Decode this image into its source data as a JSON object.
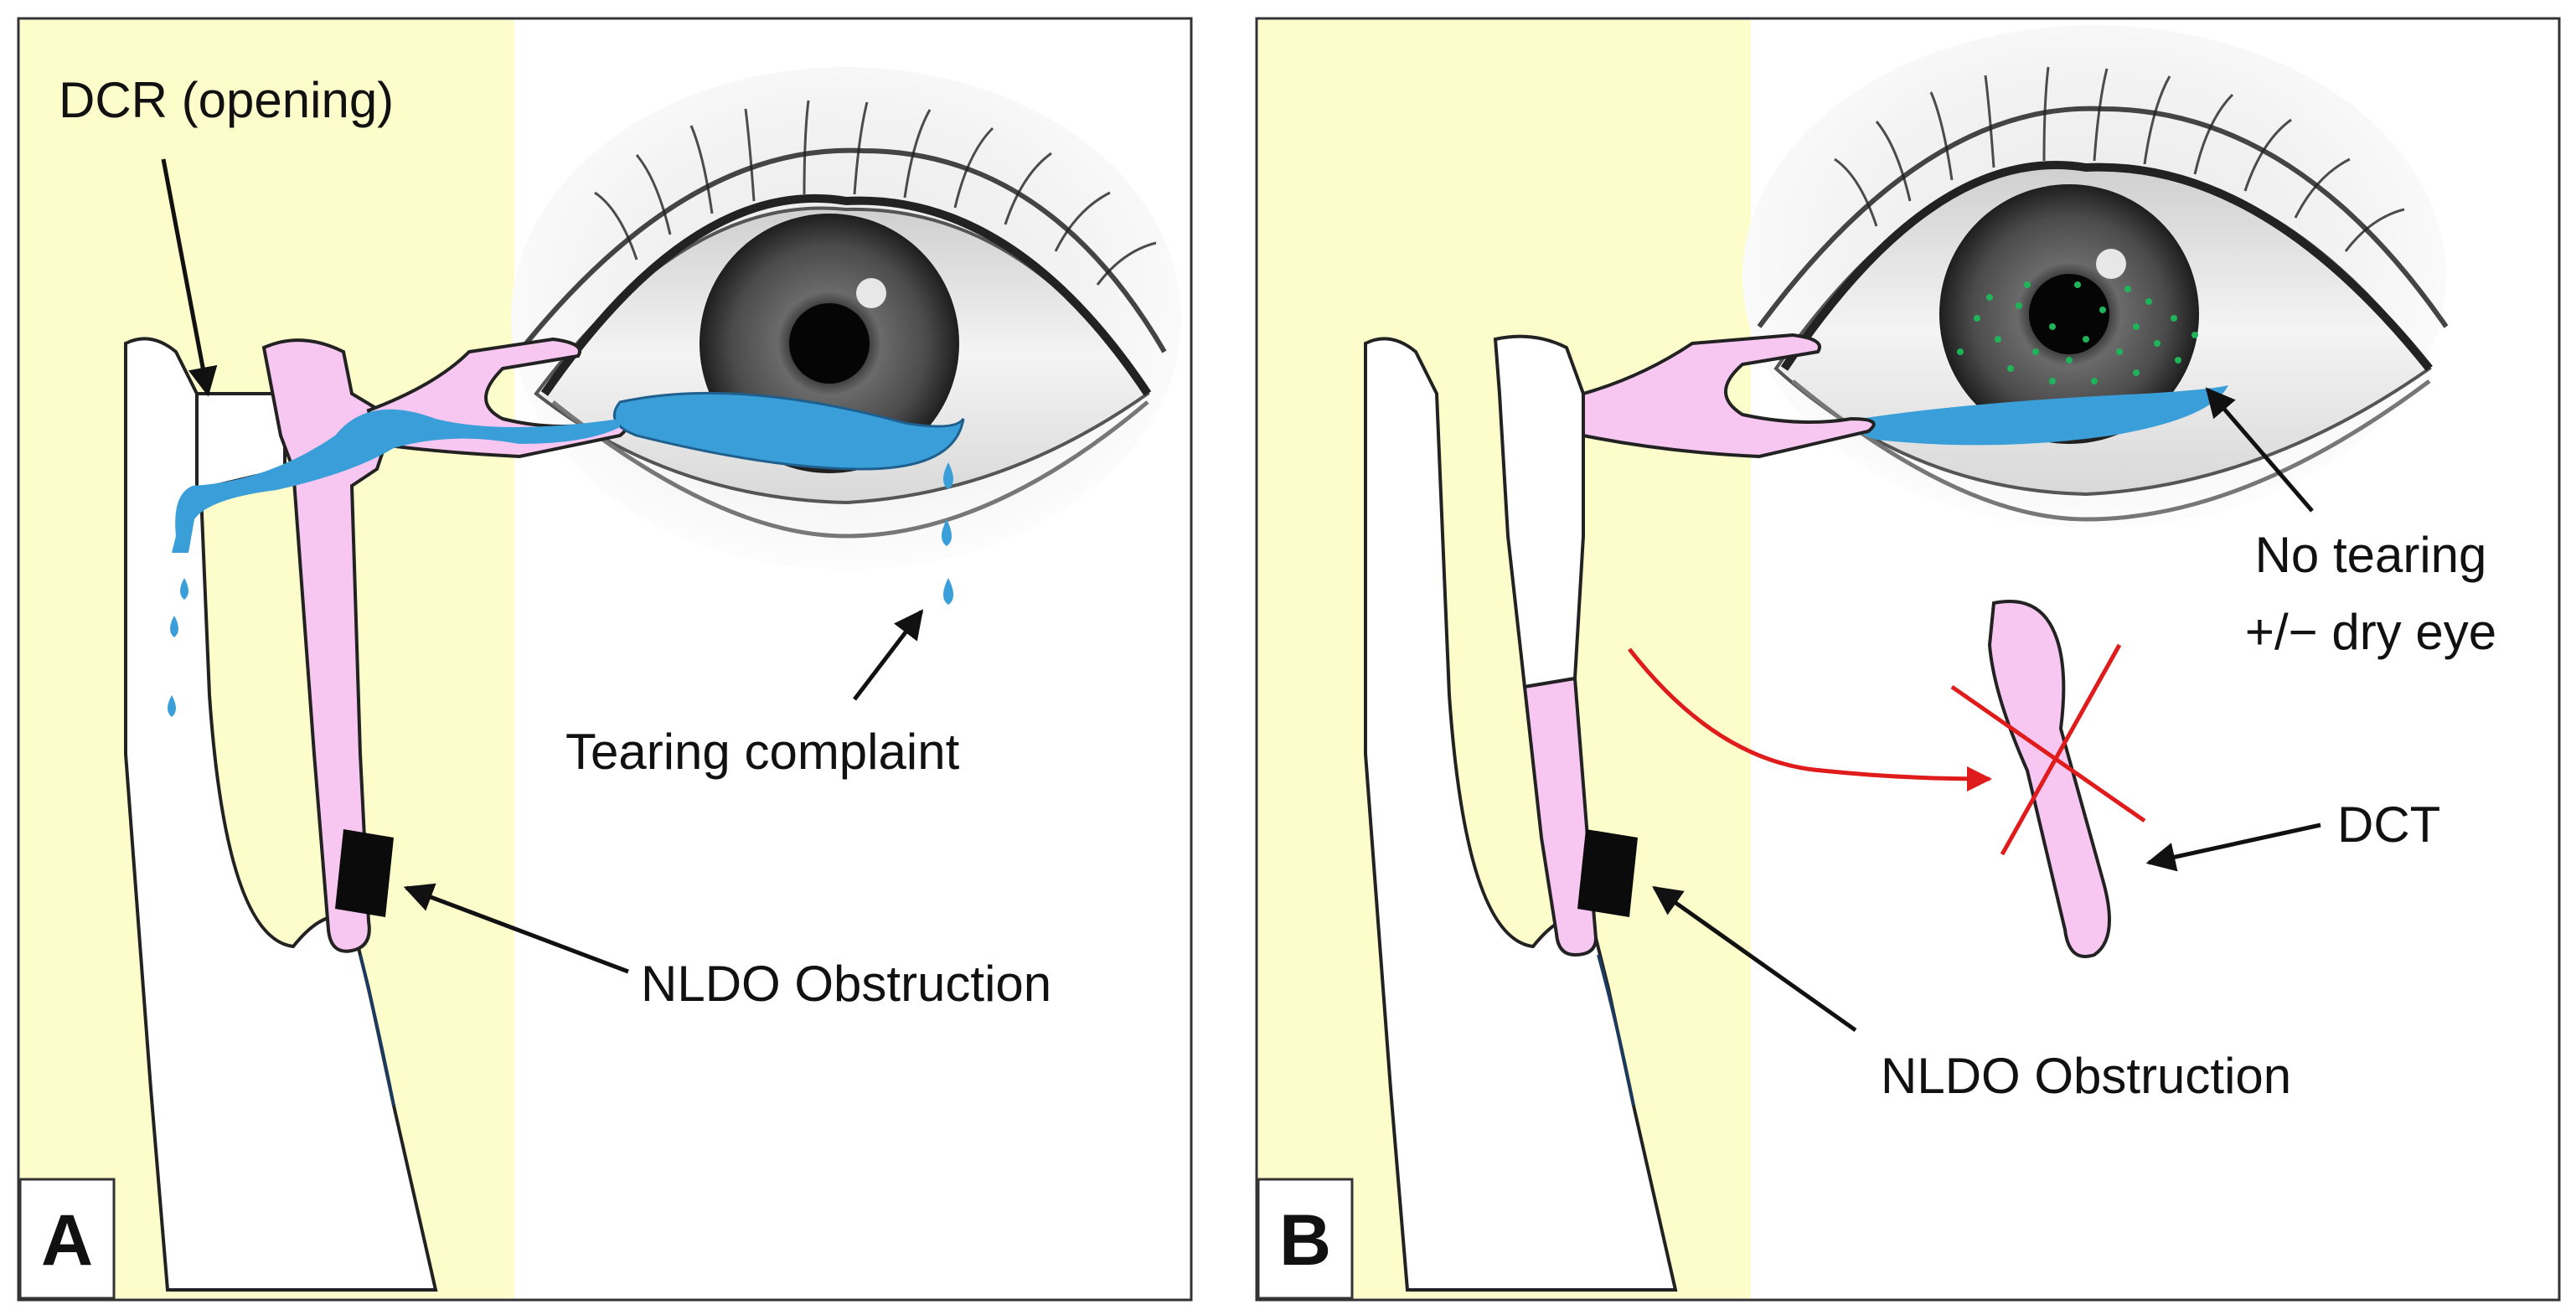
{
  "panels": [
    {
      "letter": "A",
      "labels": {
        "dcr": "DCR (opening)",
        "tearing": "Tearing complaint",
        "nldo": "NLDO Obstruction"
      }
    },
    {
      "letter": "B",
      "labels": {
        "no_tearing_line1": "No tearing",
        "no_tearing_line2": "+/− dry eye",
        "dct": "DCT",
        "nldo": "NLDO Obstruction"
      }
    }
  ],
  "colors": {
    "nasal_background": "#fdfdcc",
    "lacrimal_duct": "#f7c6f1",
    "tears": "#3a9fd8",
    "obstruction": "#0b0b0b",
    "dct_arrow": "#e01b1b",
    "dry_eye_dots": "#1fb35a",
    "iris": "#3a3a3a"
  }
}
